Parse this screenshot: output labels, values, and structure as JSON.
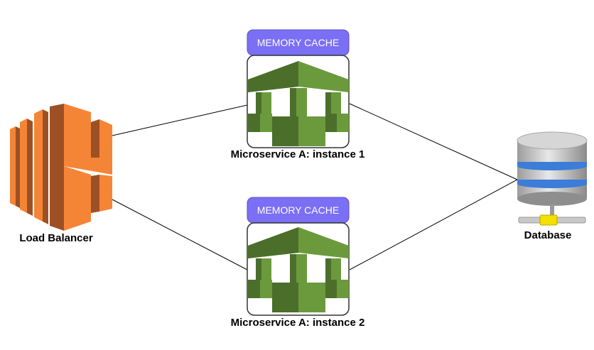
{
  "diagram": {
    "load_balancer": {
      "label": "Load Balancer"
    },
    "instances": [
      {
        "label": "Microservice A: instance 1",
        "cache_label": "MEMORY CACHE"
      },
      {
        "label": "Microservice A: instance 2",
        "cache_label": "MEMORY CACHE"
      }
    ],
    "database": {
      "label": "Database"
    },
    "colors": {
      "load_balancer": "#F58536",
      "load_balancer_dark": "#9D5025",
      "service_green": "#6B9A3D",
      "service_dark": "#4B6F2A",
      "cache_badge": "#7B6FF5",
      "database_band": "#3B7DD8",
      "connector": "#000000"
    }
  }
}
